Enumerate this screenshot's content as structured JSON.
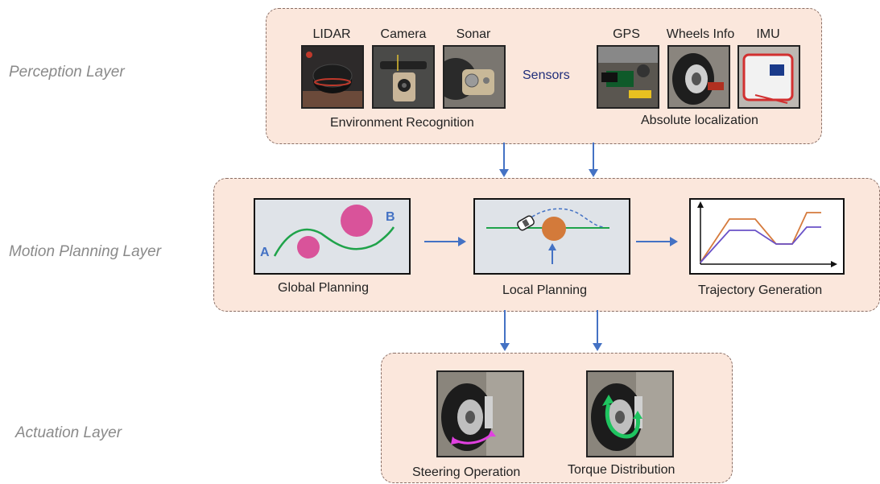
{
  "layers": {
    "perception": "Perception Layer",
    "motion": "Motion Planning Layer",
    "actuation": "Actuation Layer"
  },
  "perception": {
    "sensors_label": "Sensors",
    "left_group": [
      "LIDAR",
      "Camera",
      "Sonar"
    ],
    "right_group": [
      "GPS",
      "Wheels Info",
      "IMU"
    ],
    "left_caption": "Environment Recognition",
    "right_caption": "Absolute localization"
  },
  "motion": {
    "global": {
      "caption": "Global Planning",
      "point_a": "A",
      "point_b": "B"
    },
    "local": {
      "caption": "Local Planning"
    },
    "trajectory": {
      "caption": "Trajectory Generation"
    }
  },
  "actuation": {
    "steering": "Steering Operation",
    "torque": "Torque Distribution"
  },
  "colors": {
    "panel": "#fbe7dc",
    "arrow": "#4472c4",
    "path_green": "#1fa34a",
    "obstacle_pink": "#d9539a",
    "obstacle_orange": "#d37a3a",
    "traj_purple": "#6a52c8",
    "traj_orange": "#d57a3c",
    "sensors_text": "#1f2d7a"
  }
}
